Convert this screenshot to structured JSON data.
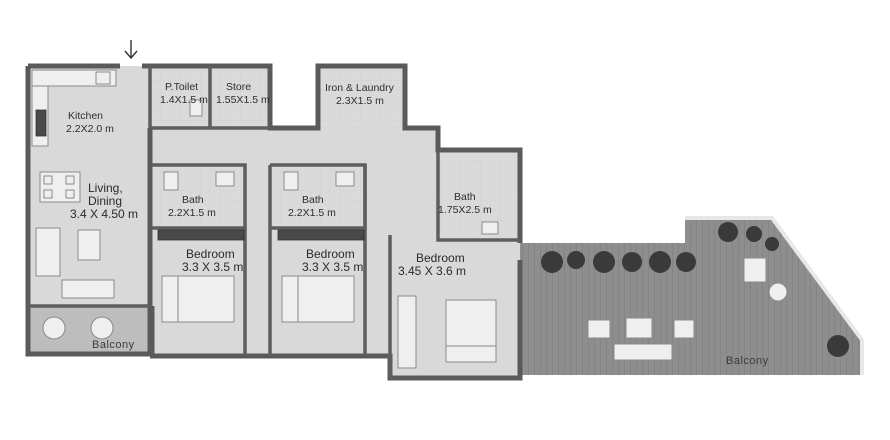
{
  "rooms": {
    "kitchen": {
      "name": "Kitchen",
      "size": "2.2X2.0 m"
    },
    "p_toilet": {
      "name": "P.Toilet",
      "size": "1.4X1.5 m"
    },
    "store": {
      "name": "Store",
      "size": "1.55X1.5 m"
    },
    "iron_laundry": {
      "name": "Iron & Laundry",
      "size": "2.3X1.5 m"
    },
    "living": {
      "name_1": "Living,",
      "name_2": "Dining",
      "size": "3.4 X 4.50 m"
    },
    "bath_1": {
      "name": "Bath",
      "size": "2.2X1.5 m"
    },
    "bath_2": {
      "name": "Bath",
      "size": "2.2X1.5 m"
    },
    "bath_3": {
      "name": "Bath",
      "size": "1.75X2.5 m"
    },
    "bedroom_1": {
      "name": "Bedroom",
      "size": "3.3 X 3.5 m"
    },
    "bedroom_2": {
      "name": "Bedroom",
      "size": "3.3 X 3.5 m"
    },
    "bedroom_3": {
      "name": "Bedroom",
      "size": "3.45 X 3.6 m"
    },
    "balcony_left": {
      "name": "Balcony"
    },
    "balcony_right": {
      "name": "Balcony"
    }
  },
  "entrance": {
    "icon": "arrow-down-icon"
  }
}
